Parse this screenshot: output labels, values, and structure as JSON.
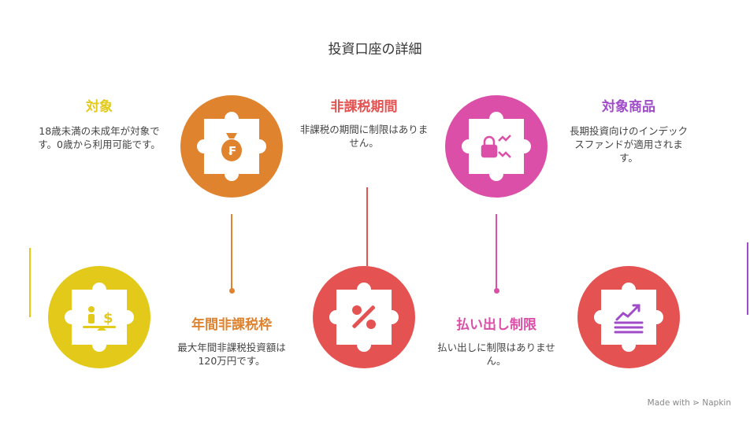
{
  "title": "投資口座の詳細",
  "colors": {
    "yellow": "#E2C91A",
    "orange": "#E0832F",
    "red": "#E55252",
    "pink": "#DC4FA8",
    "purple": "#A04CC9"
  },
  "items": [
    {
      "heading": "対象",
      "description": "18歳未満の未成年が対象です。0歳から利用可能です。",
      "icon": "person-dollar-icon"
    },
    {
      "heading": "年間非課税枠",
      "description": "最大年間非課税投資額は120万円です。",
      "icon": "money-bag-icon"
    },
    {
      "heading": "非課税期間",
      "description": "非課税の期間に制限はありません。",
      "icon": "percent-icon"
    },
    {
      "heading": "払い出し制限",
      "description": "払い出しに制限はありません。",
      "icon": "lock-arrows-icon"
    },
    {
      "heading": "対象商品",
      "description": "長期投資向けのインデックスファンドが適用されます。",
      "icon": "growth-chart-icon"
    }
  ],
  "footer": {
    "made_with": "Made with",
    "brand": "Napkin"
  }
}
